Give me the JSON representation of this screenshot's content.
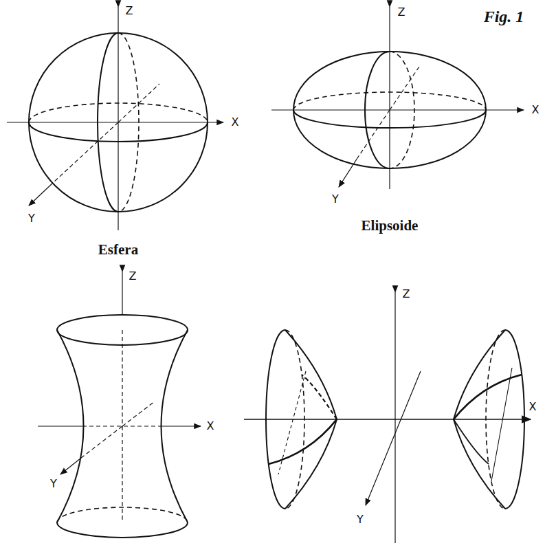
{
  "diagram": {
    "labels": [
      "Z",
      "Z",
      "Fig. 1",
      "X",
      "X",
      "Y",
      "Y",
      "Esfera",
      "Elipsoide",
      "Z",
      "Z",
      "X",
      "X",
      "Y",
      "Y"
    ]
  }
}
